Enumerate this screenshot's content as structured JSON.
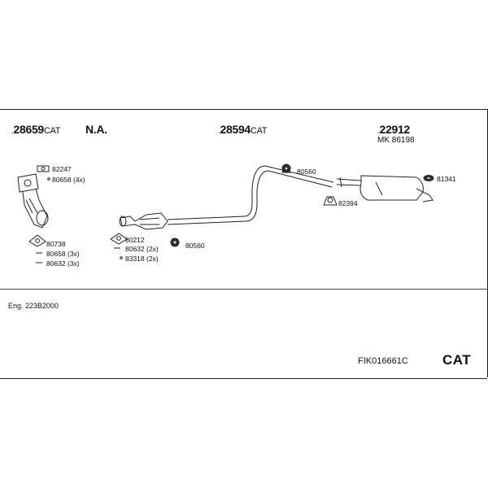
{
  "groups": [
    {
      "number": "28659",
      "suffix": "CAT"
    },
    {
      "number": "28594",
      "suffix": "CAT"
    },
    {
      "number": "22912",
      "suffix": ""
    }
  ],
  "na_label": "N.A.",
  "mk_label": "MK 86198",
  "parts": {
    "p82247": "82247",
    "p80658_4x": "80658 (4x)",
    "p80738": "80738",
    "p80658_3x": "80658 (3x)",
    "p80632_3x": "80632 (3x)",
    "p80212": "80212",
    "p80632_2x": "80632 (2x)",
    "p83318_2x": "83318 (2x)",
    "p80560_a": "80560",
    "p80560_b": "80560",
    "p82394": "82394",
    "p81341": "81341"
  },
  "engine": "Eng. 223B2000",
  "kit_code": "FIK016661C",
  "kit_type": "CAT"
}
